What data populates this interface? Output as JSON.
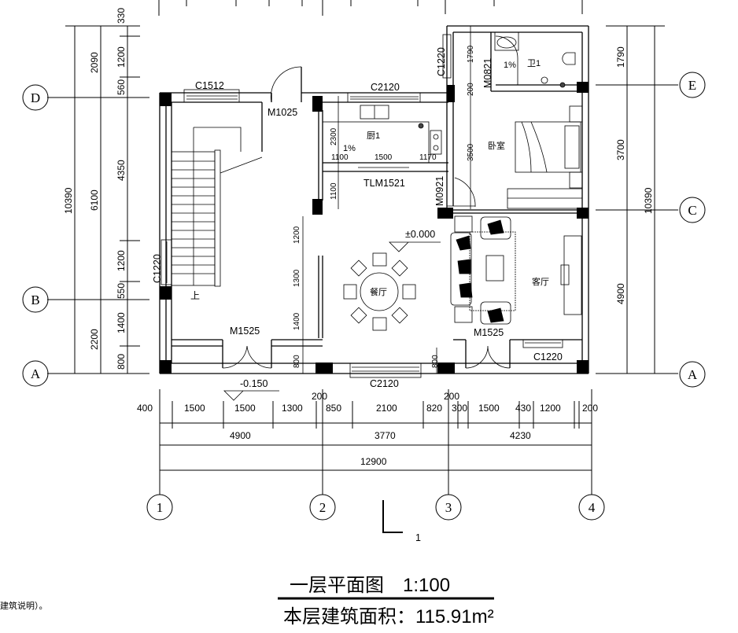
{
  "title": {
    "plan_name": "一层平面图",
    "scale": "1:100",
    "area_label": "本层建筑面积：115.91m²"
  },
  "note_fragment": "建筑说明）。",
  "axes_left": [
    "D",
    "B",
    "A"
  ],
  "axes_right": [
    "E",
    "C",
    "A"
  ],
  "axes_bottom": [
    "1",
    "2",
    "3",
    "4"
  ],
  "dims_left_outer": [
    "10390"
  ],
  "dims_left_mid": [
    "2090",
    "6100",
    "2200"
  ],
  "dims_left_inner": [
    "330",
    "1200",
    "560",
    "4350",
    "1200",
    "550",
    "1400",
    "800"
  ],
  "dims_right": [
    "1790",
    "3700",
    "4900"
  ],
  "dims_right_total": "10390",
  "dims_interior": {
    "kitchen_depth": "2300",
    "corridor": "1100",
    "dining_1": "1200",
    "dining_2": "1300",
    "dining_3": "1400",
    "dining_4": "800",
    "living_sill": "800",
    "bath": "1790",
    "bath_wall": "200",
    "bedroom": "3500",
    "kitchen_w1": "1100",
    "kitchen_w2": "1500",
    "kitchen_w3": "1170"
  },
  "dims_bottom_detail": [
    "400",
    "1500",
    "1500",
    "1300",
    "200",
    "850",
    "2100",
    "820",
    "200",
    "300",
    "1500",
    "430",
    "1200",
    "200"
  ],
  "dims_bottom_bays": [
    "4900",
    "3770",
    "4230"
  ],
  "dims_bottom_total": "12900",
  "openings": {
    "window_top_left": "C1512",
    "door_entry": "M1025",
    "window_kitchen": "C2120",
    "window_bath": "C1220",
    "door_bath": "M0821",
    "door_kitchen": "TLM1521",
    "door_bedroom": "M0921",
    "door_living": "M1525",
    "window_living": "C1220",
    "window_stair": "C1220",
    "door_front": "M1525",
    "window_dining": "C2120"
  },
  "rooms": {
    "bath": "卫1",
    "kitchen": "厨1",
    "bedroom": "卧室",
    "dining": "餐厅",
    "living": "客厅"
  },
  "slopes": {
    "bath": "1%",
    "kitchen": "1%"
  },
  "levels": {
    "floor": "±0.000",
    "outside": "-0.150"
  },
  "stair_mark": "上",
  "section_mark": "1"
}
